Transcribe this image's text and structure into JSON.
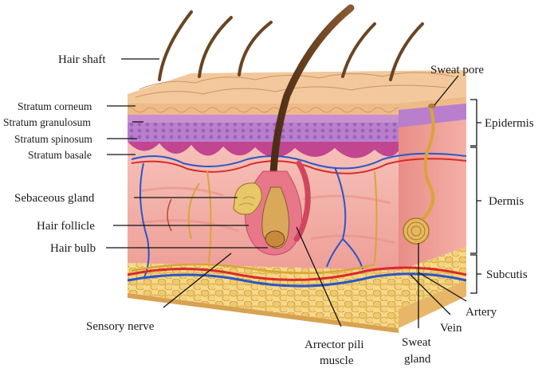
{
  "labels": {
    "hair_shaft": "Hair shaft",
    "stratum_corneum": "Stratum corneum",
    "stratum_granulosum": "Stratum granulosum",
    "stratum_spinosum": "Stratum spinosum",
    "stratum_basale": "Stratum basale",
    "sebaceous_gland": "Sebaceous gland",
    "hair_follicle": "Hair follicle",
    "hair_bulb": "Hair bulb",
    "sensory_nerve": "Sensory nerve",
    "arrector_pili_line1": "Arrector pili",
    "arrector_pili_line2": "muscle",
    "sweat_gland_line1": "Sweat",
    "sweat_gland_line2": "gland",
    "vein": "Vein",
    "artery": "Artery",
    "sweat_pore": "Sweat pore",
    "epidermis": "Epidermis",
    "dermis": "Dermis",
    "subcutis": "Subcutis"
  },
  "colors": {
    "surface": "#f1c79a",
    "corneum": "#e9b682",
    "granulosum": "#c48ac9",
    "spinosum": "#a873c2",
    "basale": "#c83f8a",
    "dermis": "#f3b7b0",
    "subcutis_fat": "#f4d07a",
    "hair": "#6b4423",
    "artery": "#d92a2a",
    "vein": "#2b56c7",
    "nerve": "#d9a43a"
  }
}
